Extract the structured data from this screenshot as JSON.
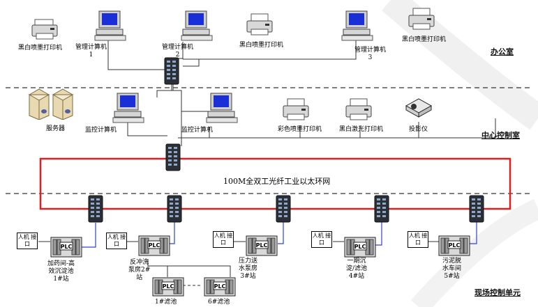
{
  "zones": {
    "office": "办公室",
    "control_room": "中心控制室",
    "field": "现场控制单元"
  },
  "ring_label": "100M全双工光纤工业以太环网",
  "office": {
    "printer_left": "黑白喷墨打印机",
    "pc1": "管理计算机\n1",
    "pc2": "管理计算机\n2",
    "printer_mid": "黑白喷墨打印机",
    "pc3": "管理计算机\n3",
    "printer_right": "黑白喷墨打印机"
  },
  "control": {
    "server": "服务器",
    "monitor1": "监控计算机",
    "monitor2": "监控计算机",
    "color_printer": "彩色喷墨打印机",
    "laser_printer": "黑白激光打印机",
    "projector": "投影仪"
  },
  "field": {
    "hmi": "人机\n接口",
    "plc": "PLC",
    "station1": "加药间-高\n效沉淀池\n1#站",
    "station2": "反冲洗\n泵房2#\n站",
    "station3": "压力送\n水泵房\n3#站",
    "station4": "一期沉\n淀/滤池\n4#站",
    "station5": "污泥脱\n水车间\n5#站",
    "sub1": "1#滤池",
    "sub2": "6#滤池"
  },
  "colors": {
    "ring": "#e02020",
    "link_blue": "#3344cc",
    "screen": "#1a2fd6"
  }
}
